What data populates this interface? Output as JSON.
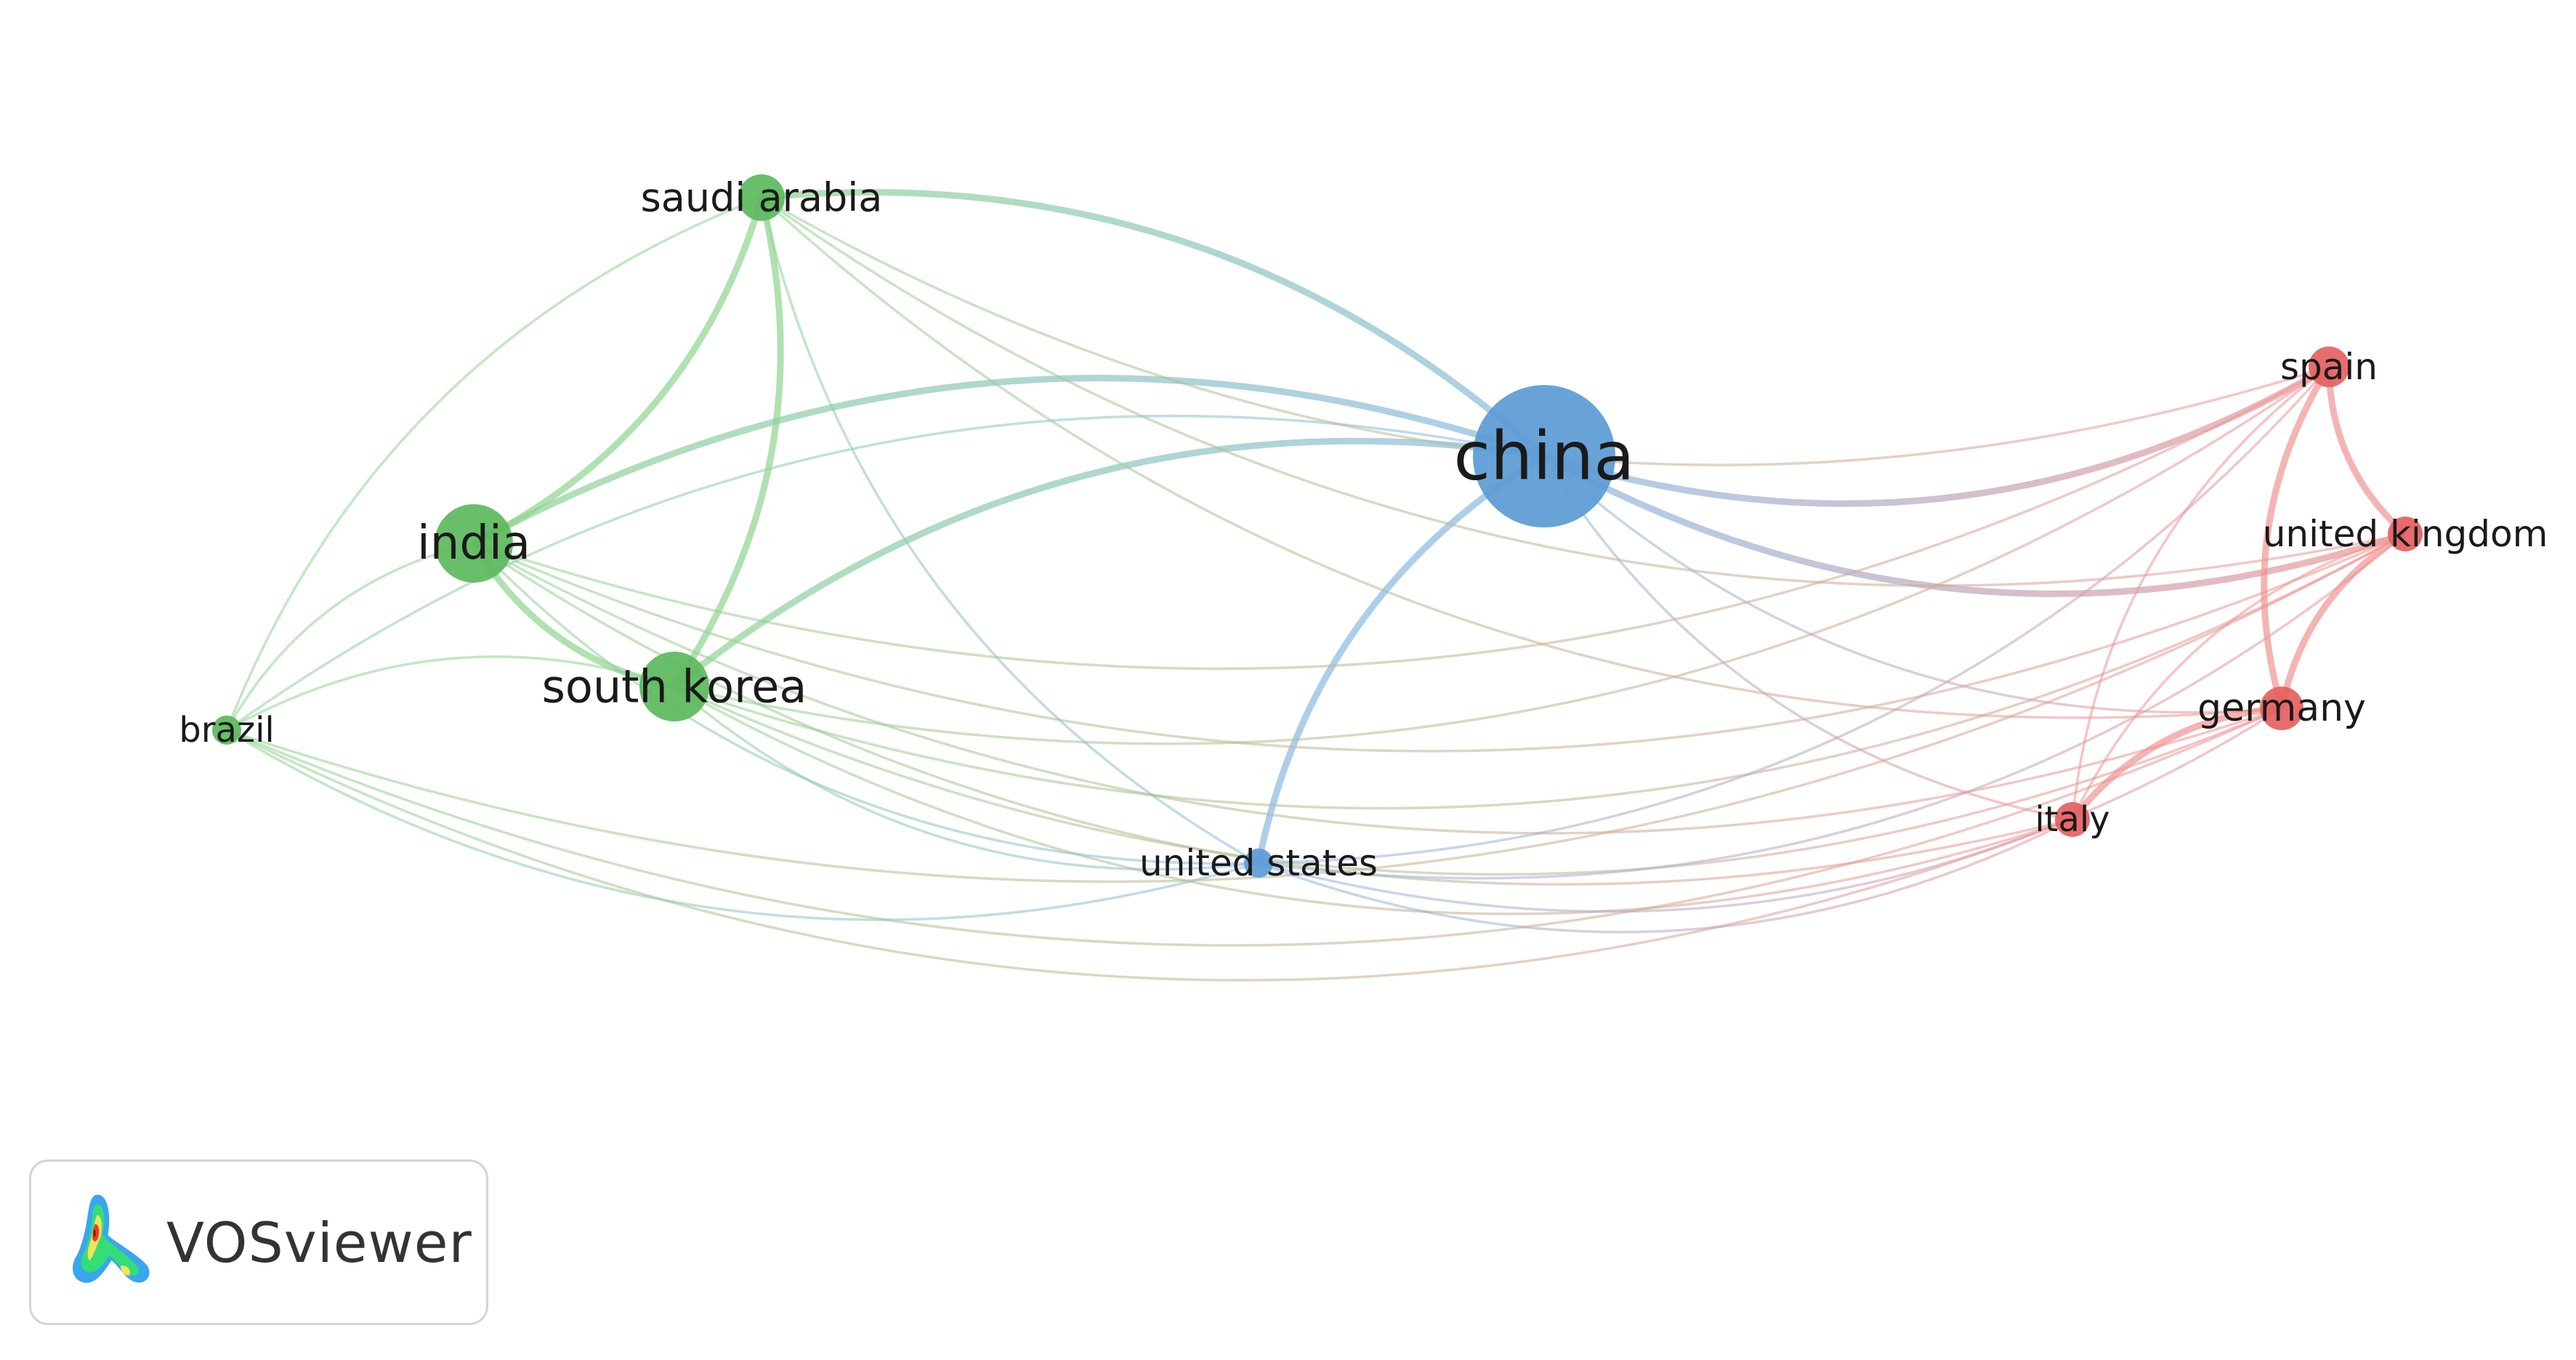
{
  "network": {
    "clusters": [
      {
        "id": "green",
        "color": "#5cb85c",
        "edge_color": "#8fd48f"
      },
      {
        "id": "blue",
        "color": "#5b9bd5",
        "edge_color": "#8ab9e2"
      },
      {
        "id": "red",
        "color": "#e5605f",
        "edge_color": "#ef9493"
      }
    ],
    "nodes": [
      {
        "id": "china",
        "label": "china",
        "cluster": "blue"
      },
      {
        "id": "india",
        "label": "india",
        "cluster": "green"
      },
      {
        "id": "south_korea",
        "label": "south korea",
        "cluster": "green"
      },
      {
        "id": "saudi_arabia",
        "label": "saudi arabia",
        "cluster": "green"
      },
      {
        "id": "brazil",
        "label": "brazil",
        "cluster": "green"
      },
      {
        "id": "united_states",
        "label": "united states",
        "cluster": "blue"
      },
      {
        "id": "spain",
        "label": "spain",
        "cluster": "red"
      },
      {
        "id": "united_kingdom",
        "label": "united kingdom",
        "cluster": "red"
      },
      {
        "id": "germany",
        "label": "germany",
        "cluster": "red"
      },
      {
        "id": "italy",
        "label": "italy",
        "cluster": "red"
      }
    ],
    "links": [
      [
        "china",
        "india"
      ],
      [
        "china",
        "south_korea"
      ],
      [
        "china",
        "saudi_arabia"
      ],
      [
        "china",
        "united_states"
      ],
      [
        "china",
        "spain"
      ],
      [
        "china",
        "united_kingdom"
      ],
      [
        "china",
        "germany"
      ],
      [
        "china",
        "italy"
      ],
      [
        "china",
        "brazil"
      ],
      [
        "india",
        "south_korea"
      ],
      [
        "india",
        "saudi_arabia"
      ],
      [
        "india",
        "brazil"
      ],
      [
        "india",
        "united_states"
      ],
      [
        "india",
        "spain"
      ],
      [
        "india",
        "united_kingdom"
      ],
      [
        "india",
        "germany"
      ],
      [
        "india",
        "italy"
      ],
      [
        "south_korea",
        "saudi_arabia"
      ],
      [
        "south_korea",
        "brazil"
      ],
      [
        "south_korea",
        "united_states"
      ],
      [
        "south_korea",
        "united_kingdom"
      ],
      [
        "south_korea",
        "germany"
      ],
      [
        "south_korea",
        "italy"
      ],
      [
        "south_korea",
        "spain"
      ],
      [
        "saudi_arabia",
        "brazil"
      ],
      [
        "saudi_arabia",
        "united_states"
      ],
      [
        "saudi_arabia",
        "spain"
      ],
      [
        "saudi_arabia",
        "united_kingdom"
      ],
      [
        "saudi_arabia",
        "germany"
      ],
      [
        "brazil",
        "united_states"
      ],
      [
        "brazil",
        "italy"
      ],
      [
        "brazil",
        "germany"
      ],
      [
        "brazil",
        "united_kingdom"
      ],
      [
        "united_states",
        "spain"
      ],
      [
        "united_states",
        "united_kingdom"
      ],
      [
        "united_states",
        "germany"
      ],
      [
        "united_states",
        "italy"
      ],
      [
        "spain",
        "united_kingdom"
      ],
      [
        "spain",
        "germany"
      ],
      [
        "spain",
        "italy"
      ],
      [
        "united_kingdom",
        "germany"
      ],
      [
        "united_kingdom",
        "italy"
      ],
      [
        "germany",
        "italy"
      ]
    ]
  },
  "brand": {
    "text": "VOSviewer",
    "logo_icon": "vosviewer-logo-icon"
  }
}
